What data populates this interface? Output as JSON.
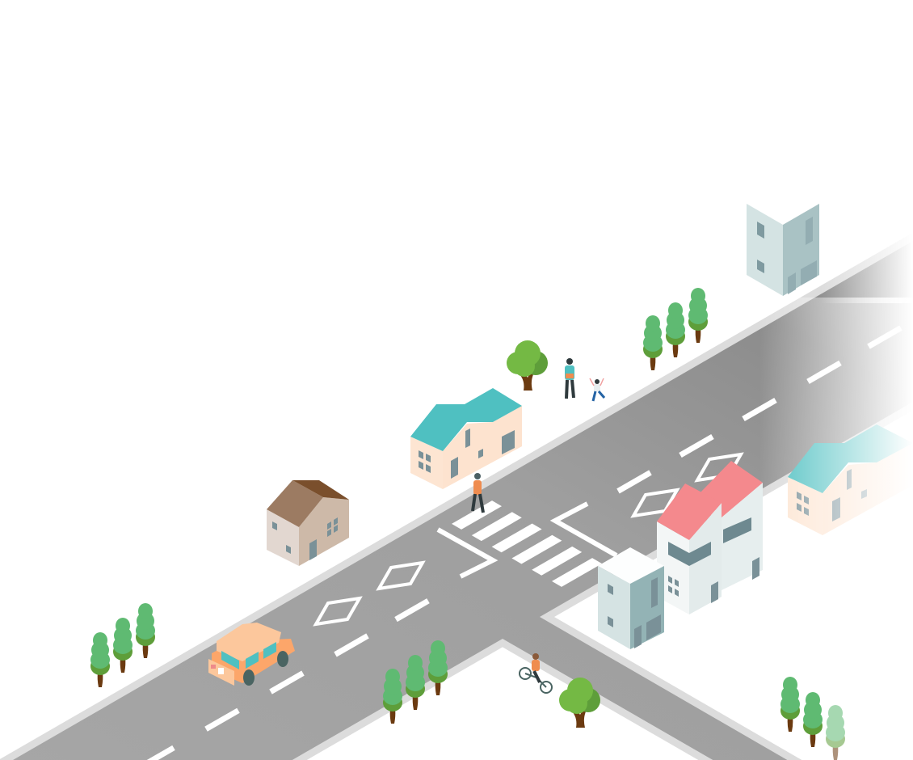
{
  "scene": {
    "kind": "isometric-street-illustration",
    "colors": {
      "road": "#a4a4a4",
      "road_dark": "#8e8e8e",
      "curb": "#dcdcdc",
      "marking": "#ffffff",
      "tree_green": "#5fba72",
      "tree_dark_green": "#5e9e3a",
      "round_tree_green": "#74b944",
      "trunk": "#6b3a10",
      "teal_roof": "#4fc0c1",
      "pink_roof": "#f4898d",
      "brown_roof": "#7a4f2c",
      "car_body": "#fca66a",
      "car_top": "#fcc79c"
    },
    "icons": [
      "conifer-tree",
      "round-tree",
      "house",
      "apartment",
      "car",
      "pedestrian",
      "cyclist",
      "child"
    ]
  }
}
